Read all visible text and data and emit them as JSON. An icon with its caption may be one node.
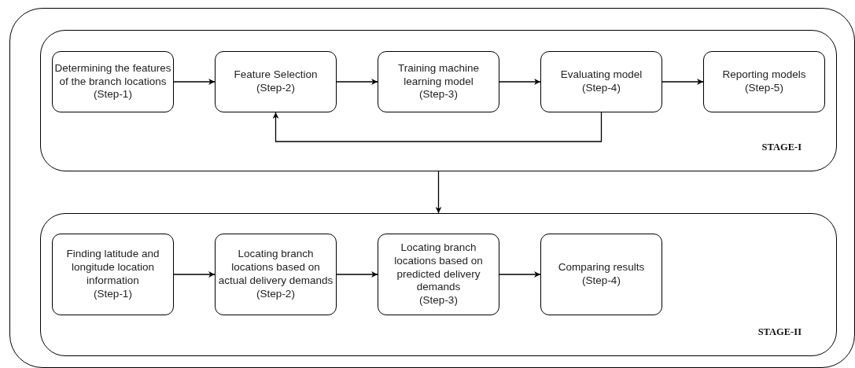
{
  "diagram": {
    "nodes": [
      {
        "text": [],
        "shape": "box"
      },
      {
        "text": [
          "STAGE-I"
        ],
        "in": 0
      },
      {
        "text": [
          "Determining the features of the branch locations",
          "(Step-1)"
        ],
        "in": 1
      },
      {
        "text": [
          "Feature Selection",
          "(Step-2)"
        ],
        "in": 1
      },
      {
        "text": [
          "Training machine learning model",
          "(Step-3)"
        ],
        "in": 1
      },
      {
        "text": [
          "Evaluating model",
          "(Step-4)"
        ],
        "in": 1
      },
      {
        "text": [
          "Reporting models",
          "(Step-5)"
        ],
        "in": 1
      },
      {
        "text": [
          "STAGE-II"
        ],
        "in": 0
      },
      {
        "text": [
          "Finding latitude and longitude location information",
          "(Step-1)"
        ],
        "in": 7
      },
      {
        "text": [
          "Locating branch locations based on actual delivery demands",
          "(Step-2)"
        ],
        "in": 7
      },
      {
        "text": [
          "Locating branch locations based on predicted delivery demands",
          "(Step-3)"
        ],
        "in": 7
      },
      {
        "text": [
          "Comparing results",
          "(Step-4)"
        ],
        "in": 7
      }
    ],
    "edges": [
      {
        "from": 2,
        "to": 3,
        "arrow": "to"
      },
      {
        "from": 3,
        "to": 4,
        "arrow": "to"
      },
      {
        "from": 4,
        "to": 5,
        "arrow": "to"
      },
      {
        "from": 5,
        "to": 6,
        "arrow": "to"
      },
      {
        "from": 5,
        "to": 3,
        "arrow": "to"
      },
      {
        "from": 1,
        "to": 7,
        "arrow": "to"
      },
      {
        "from": 8,
        "to": 9,
        "arrow": "to"
      },
      {
        "from": 9,
        "to": 10,
        "arrow": "to"
      },
      {
        "from": 10,
        "to": 11,
        "arrow": "to"
      }
    ]
  }
}
